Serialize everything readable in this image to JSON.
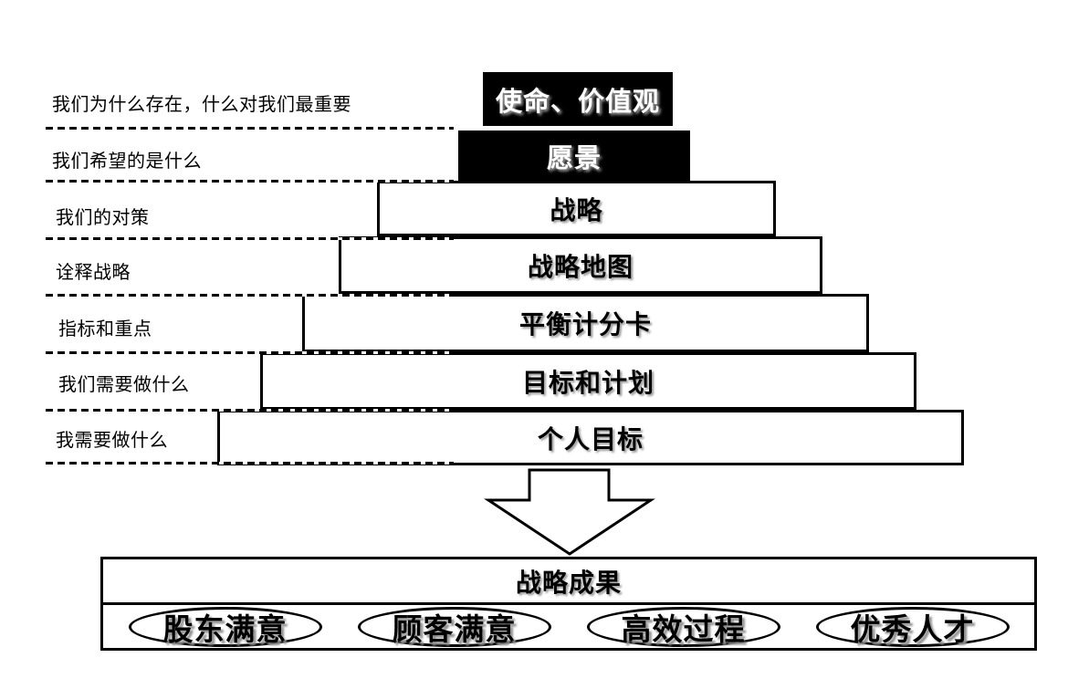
{
  "diagram": {
    "left_labels": [
      "我们为什么存在，什么对我们最重要",
      "我们希望的是什么",
      "我们的对策",
      "诠释战略",
      "指标和重点",
      "我们需要做什么",
      "我需要做什么"
    ],
    "pyramid": [
      {
        "label": "使命、价值观",
        "variant": "black"
      },
      {
        "label": "愿景",
        "variant": "black"
      },
      {
        "label": "战略",
        "variant": "white"
      },
      {
        "label": "战略地图",
        "variant": "white"
      },
      {
        "label": "平衡计分卡",
        "variant": "white"
      },
      {
        "label": "目标和计划",
        "variant": "white"
      },
      {
        "label": "个人目标",
        "variant": "white"
      }
    ],
    "arrow_icon": "down-arrow",
    "results": {
      "title": "战略成果",
      "items": [
        "股东满意",
        "顾客满意",
        "高效过程",
        "优秀人才"
      ]
    },
    "colors": {
      "foreground": "#000000",
      "background": "#ffffff"
    }
  }
}
